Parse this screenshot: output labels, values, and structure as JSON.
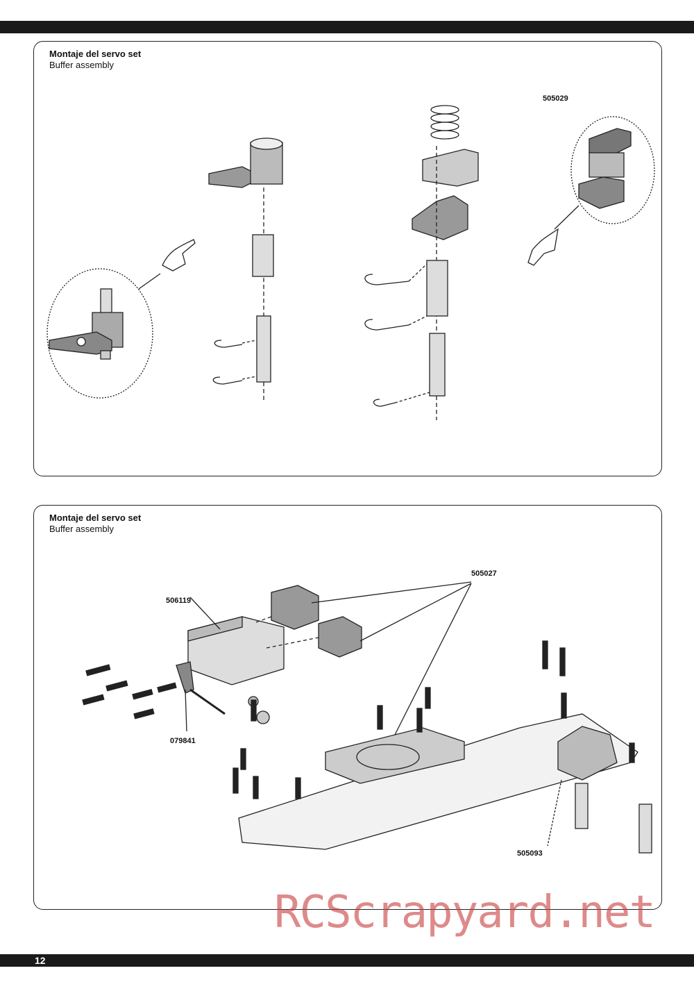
{
  "page_number": "12",
  "panels": [
    {
      "title_es": "Montaje del servo set",
      "title_en": "Buffer assembly",
      "part_numbers": [
        "505029"
      ]
    },
    {
      "title_es": "Montaje del servo set",
      "title_en": "Buffer assembly",
      "part_numbers": [
        "505027",
        "506119",
        "079841",
        "505093"
      ]
    }
  ],
  "watermark": "RCScrapyard.net"
}
